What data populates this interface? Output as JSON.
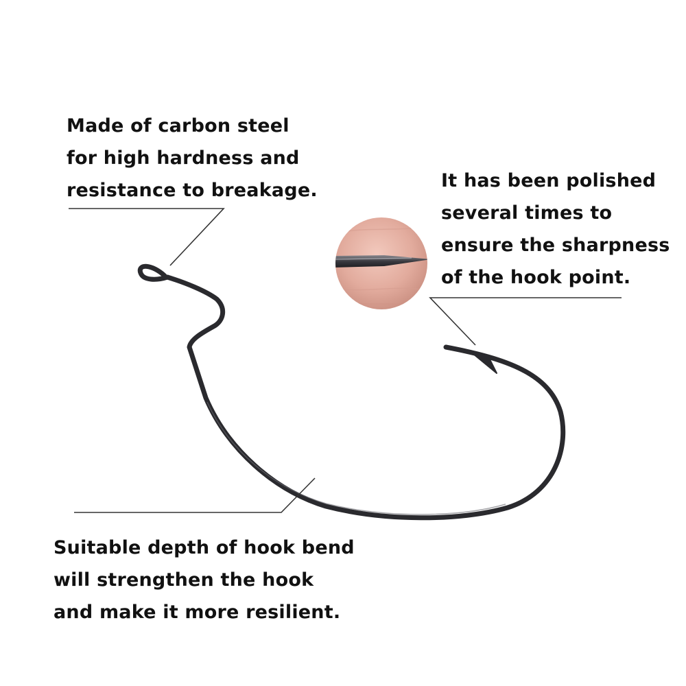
{
  "annotations": {
    "material": {
      "lines": [
        "Made of carbon steel",
        "for high hardness and",
        "resistance to breakage."
      ]
    },
    "sharpness": {
      "lines": [
        "It has been polished",
        "several times to",
        "ensure the sharpness",
        "of the hook point."
      ]
    },
    "bend": {
      "lines": [
        "Suitable depth of hook bend",
        "will strengthen the hook",
        "and make it more resilient."
      ]
    }
  },
  "colors": {
    "text": "#111111",
    "leader_line": "#333333",
    "hook_steel": "#2a2a2e",
    "zoom_skin": "#e6b3a6"
  },
  "icons": {
    "hook": "fishing-hook-image",
    "zoom": "hook-point-closeup-image"
  }
}
